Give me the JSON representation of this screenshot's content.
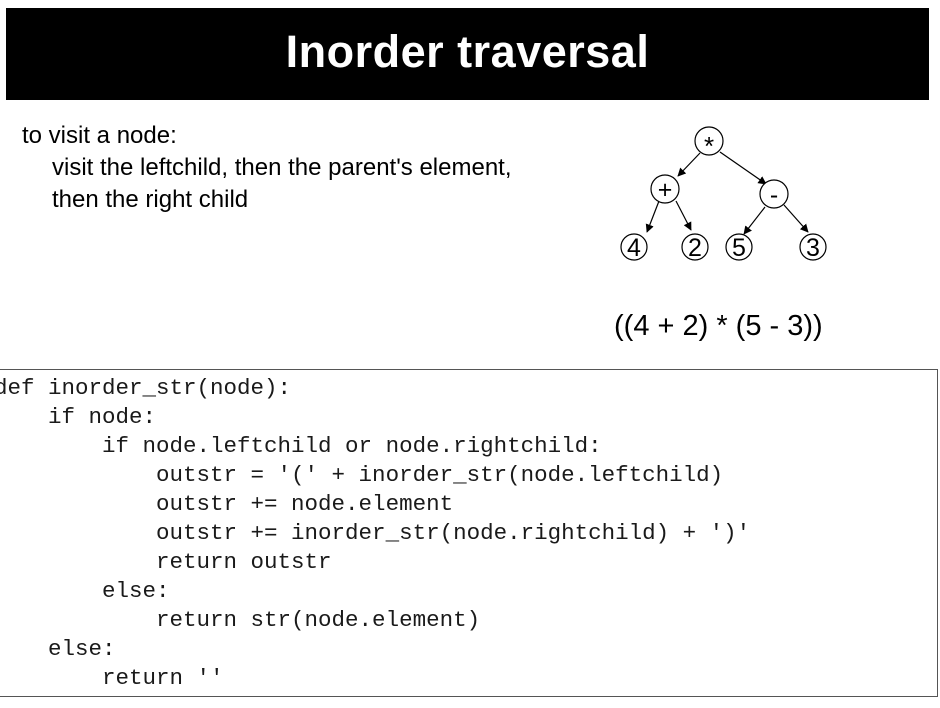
{
  "title": "Inorder traversal",
  "description": {
    "line1": "to visit a node:",
    "line2": "visit the leftchild, then the parent's element,",
    "line3": "then the right child"
  },
  "tree": {
    "root": "*",
    "left": "+",
    "right": "-",
    "leaves": [
      "4",
      "2",
      "5",
      "3"
    ]
  },
  "expression": "((4 + 2) * (5 - 3))",
  "code": [
    "def inorder_str(node):",
    "    if node:",
    "        if node.leftchild or node.rightchild:",
    "            outstr = '(' + inorder_str(node.leftchild)",
    "            outstr += node.element",
    "            outstr += inorder_str(node.rightchild) + ')'",
    "            return outstr",
    "        else:",
    "            return str(node.element)",
    "    else:",
    "        return ''"
  ]
}
